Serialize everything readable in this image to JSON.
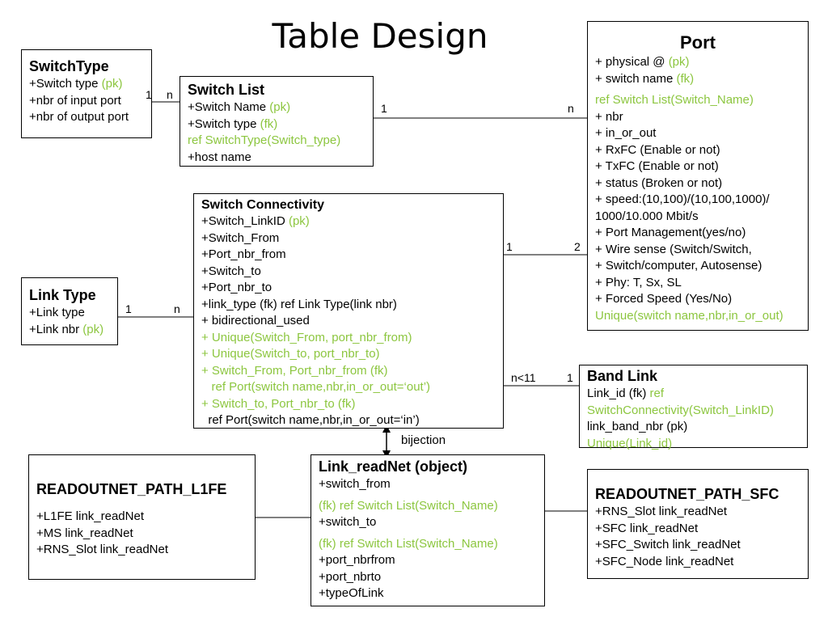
{
  "title": "Table Design",
  "accent_color": "#8cc63f",
  "switch_type": {
    "heading": "SwitchType",
    "lines": [
      {
        "text": "+Switch type ",
        "suffix": "(pk)"
      },
      {
        "text": "+nbr of input port",
        "suffix": ""
      },
      {
        "text": "+nbr of output port",
        "suffix": ""
      }
    ]
  },
  "switch_list": {
    "heading": "Switch List",
    "l1": "+Switch Name ",
    "l1s": "(pk)",
    "l2": "+Switch type ",
    "l2s": "(fk)",
    "l3": "ref SwitchType(Switch_type)",
    "l4": "+host name"
  },
  "port": {
    "heading": "Port",
    "l1": "+ physical @ ",
    "l1s": "(pk)",
    "l2": "+ switch name ",
    "l2s": "(fk)",
    "ref": "ref Switch List(Switch_Name)",
    "items": [
      "+ nbr",
      "+ in_or_out",
      "+ RxFC (Enable or not)",
      "+ TxFC (Enable or not)",
      "+ status (Broken or not)",
      "+ speed:(10,100)/(10,100,1000)/",
      "1000/10.000 Mbit/s",
      "+ Port Management(yes/no)",
      "+ Wire sense (Switch/Switch,",
      "+ Switch/computer, Autosense)",
      "+ Phy: T, Sx, SL",
      "+ Forced Speed (Yes/No)"
    ],
    "unique": "Unique(switch name,nbr,in_or_out)"
  },
  "switch_connectivity": {
    "heading": "Switch Connectivity",
    "l1": "+Switch_LinkID ",
    "l1s": "(pk)",
    "plain": [
      "+Switch_From",
      "+Port_nbr_from",
      "+Switch_to",
      "+Port_nbr_to",
      "+link_type (fk) ref Link Type(link nbr)",
      "+ bidirectional_used"
    ],
    "green": [
      "+ Unique(Switch_From, port_nbr_from)",
      "+ Unique(Switch_to, port_nbr_to)",
      "+ Switch_From, Port_nbr_from (fk)",
      "   ref Port(switch name,nbr,in_or_out=‘out’)",
      "+ Switch_to, Port_nbr_to (fk)"
    ],
    "last": "  ref Port(switch name,nbr,in_or_out=‘in’)"
  },
  "link_type": {
    "heading": "Link Type",
    "l1": "+Link type",
    "l2": "+Link nbr ",
    "l2s": "(pk)"
  },
  "band_link": {
    "heading": "Band Link",
    "l1": "Link_id (fk) ",
    "l1s": "ref",
    "l2": "SwitchConnectivity(Switch_LinkID)",
    "l3": "link_band_nbr (pk)",
    "l4": "Unique(Link_id)"
  },
  "link_readnet": {
    "heading": "Link_readNet (object)",
    "l1": "+switch_from",
    "l2": "(fk) ref Switch List(Switch_Name)",
    "l3": "+switch_to",
    "l4": "(fk) ref Switch List(Switch_Name)",
    "l5": "+port_nbrfrom",
    "l6": "+port_nbrto",
    "l7": "+typeOfLink"
  },
  "path_l1fe": {
    "heading": "READOUTNET_PATH_L1FE",
    "items": [
      "+L1FE link_readNet",
      "+MS link_readNet",
      "+RNS_Slot link_readNet"
    ]
  },
  "path_sfc": {
    "heading": "READOUTNET_PATH_SFC",
    "items": [
      "+RNS_Slot link_readNet",
      "+SFC link_readNet",
      "+SFC_Switch link_readNet",
      "+SFC_Node link_readNet"
    ]
  },
  "cardinalities": {
    "st_sl_one": "1",
    "st_sl_many": "n",
    "sl_port_one": "1",
    "sl_port_many": "n",
    "sc_port_one": "1",
    "sc_port_two": "2",
    "lt_sc_one": "1",
    "lt_sc_many": "n",
    "sc_bl_many": "n<11",
    "sc_bl_one": "1",
    "bijection": "bijection"
  }
}
